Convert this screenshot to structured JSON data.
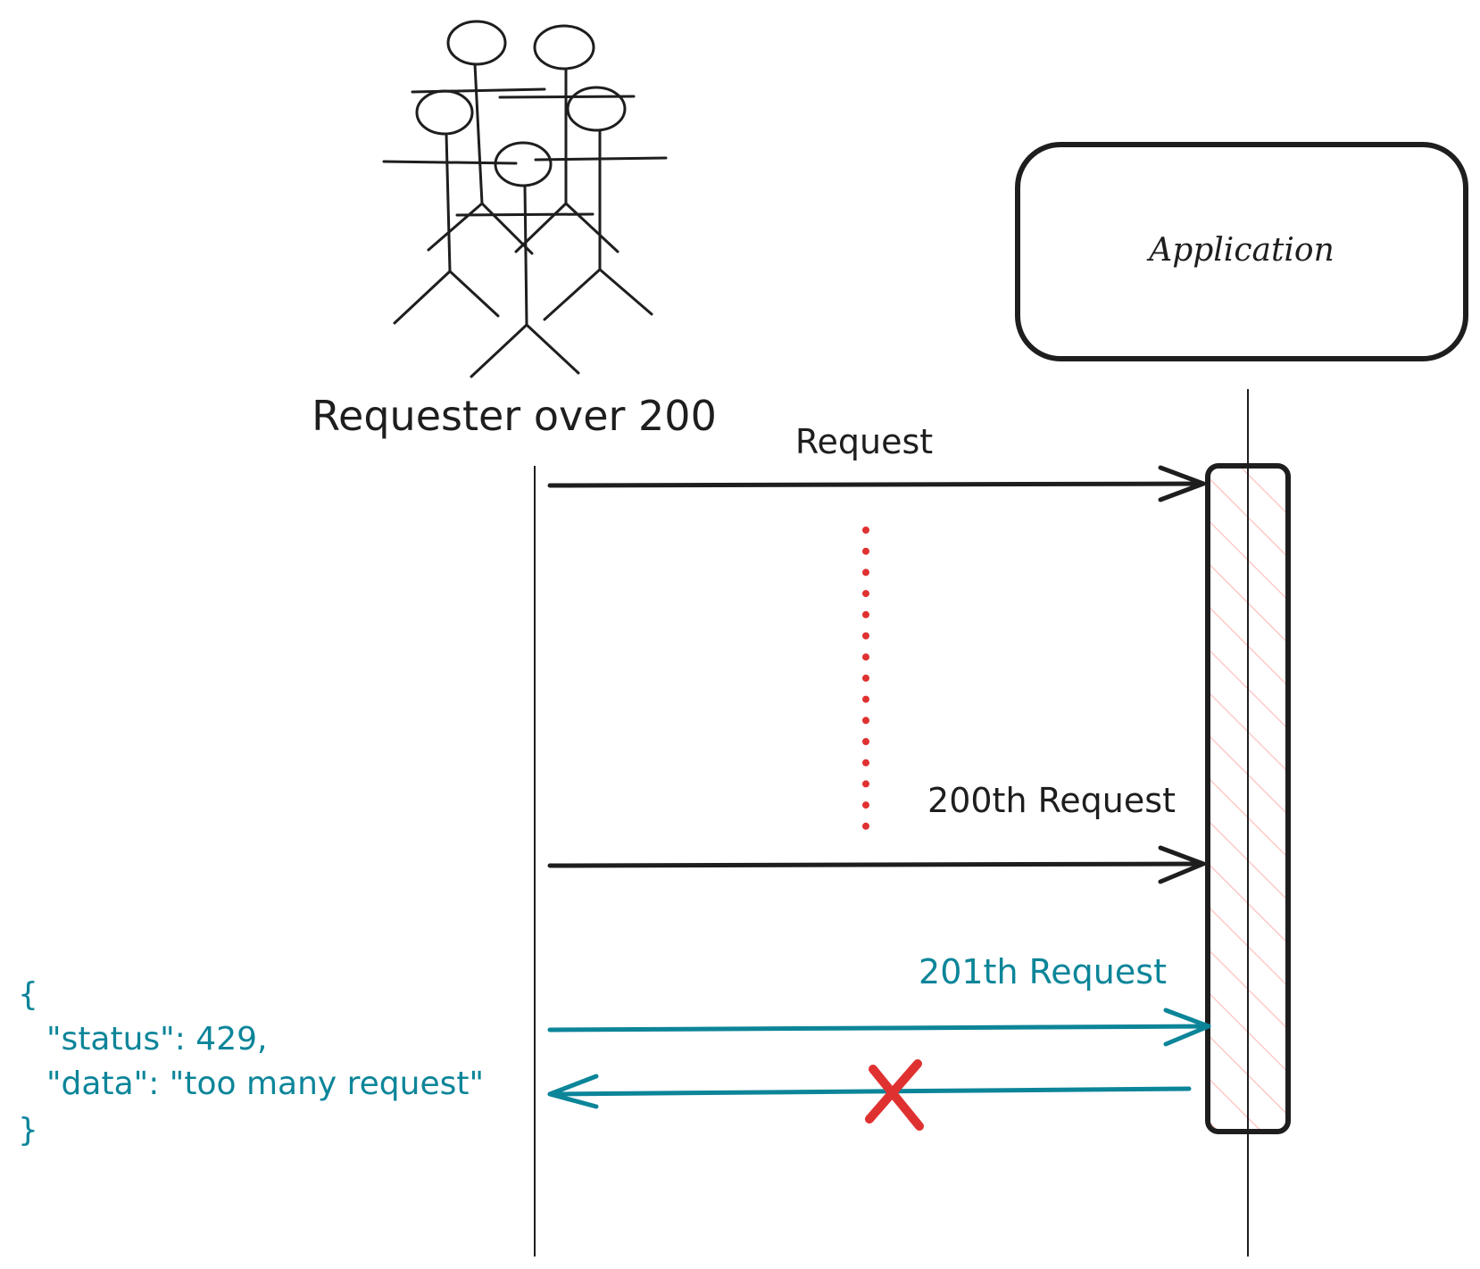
{
  "participants": {
    "requester": {
      "label": "Requester over 200",
      "icon": "stick-figure-group-icon"
    },
    "application": {
      "label": "Application"
    }
  },
  "messages": [
    {
      "label": "Request",
      "color": "#1e1e1e",
      "direction": "to-application"
    },
    {
      "label": "200th Request",
      "color": "#1e1e1e",
      "direction": "to-application"
    },
    {
      "label": "201th Request",
      "color": "#0c8599",
      "direction": "to-application"
    },
    {
      "label": "",
      "color": "#0c8599",
      "direction": "to-requester",
      "blocked": true
    }
  ],
  "response_body": {
    "line1": "{",
    "line2": "\"status\": 429,",
    "line3": "\"data\": \"too many request\"",
    "line4": "}"
  },
  "colors": {
    "ink": "#1e1e1e",
    "accent": "#0c8599",
    "ellipsis": "#e03131",
    "blocked_mark": "#e03131",
    "activation_hatch": "#ffc9c9"
  },
  "icons": {
    "ellipsis": "dotted-vertical-line-icon",
    "blocked": "red-x-icon"
  }
}
